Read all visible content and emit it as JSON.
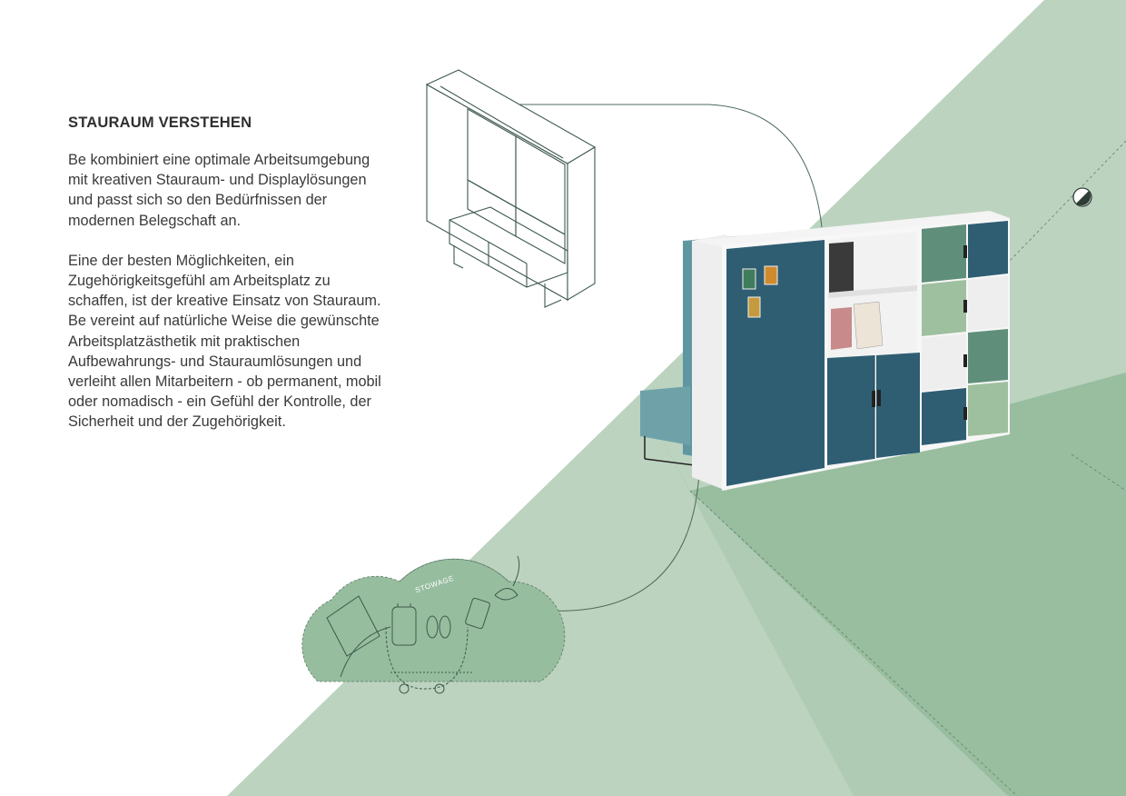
{
  "section": {
    "heading": "STAURAUM VERSTEHEN",
    "paragraph_1": "Be kombiniert eine optimale Arbeitsumgebung mit kreativen Stauraum- und Displaylösungen und passt sich so den Bedürfnissen der modernen Belegschaft an.",
    "paragraph_2": "Eine der besten Möglichkeiten, ein Zugehörigkeitsgefühl am Arbeitsplatz zu schaffen, ist der kreative Einsatz von Stauraum. Be vereint auf natürliche Weise die gewünschte Arbeitsplatzästhetik mit praktischen Aufbewahrungs- und Stauraumlösungen und verleiht allen Mitarbeitern - ob permanent, mobil oder nomadisch - ein Gefühl der Kontrolle, der Sicherheit und der Zugehörigkeit."
  },
  "illustration": {
    "stowage_label": "STOWAGE"
  },
  "colors": {
    "light_green": "#bcd3c0",
    "mid_green": "#a9c8ae",
    "dark_green": "#97bd9f",
    "panel_teal": "#2f5e73",
    "locker_green": "#5f8f7a",
    "locker_pale": "#9fc09f"
  },
  "icons": [
    "sofa-sketch-icon",
    "storage-unit-image",
    "stowage-items-icon",
    "half-circle-icon"
  ]
}
